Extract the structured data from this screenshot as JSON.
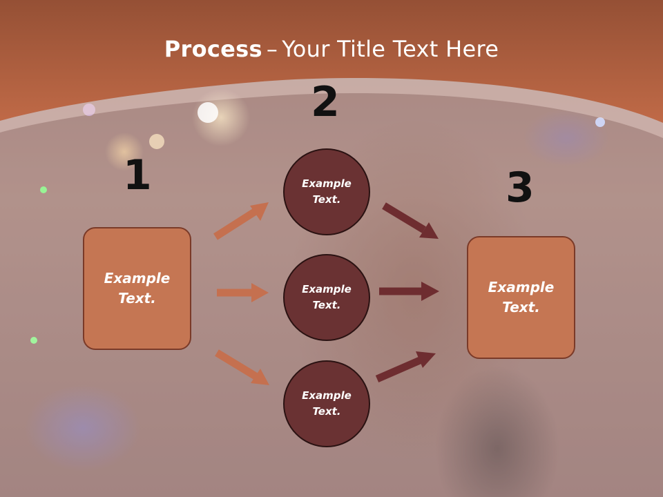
{
  "title": {
    "strong": "Process",
    "separator": "–",
    "rest": "Your Title Text Here"
  },
  "numbers": {
    "one": "1",
    "two": "2",
    "three": "3"
  },
  "boxes": {
    "left": "Example\nText.",
    "right": "Example\nText."
  },
  "circles": {
    "top": "Example\nText.",
    "middle": "Example\nText.",
    "bottom": "Example\nText."
  },
  "colors": {
    "header": "#b8613f",
    "box_fill": "#c57653",
    "circle_fill": "#6a3233",
    "arrow_light": "#c5704f",
    "arrow_dark": "#6e2d30"
  }
}
